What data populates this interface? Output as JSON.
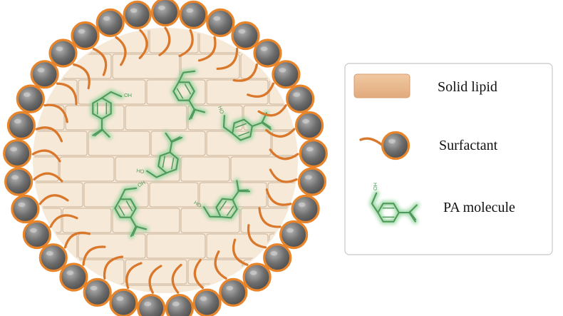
{
  "legend": {
    "items": [
      {
        "key": "solid_lipid",
        "label": "Solid lipid"
      },
      {
        "key": "surfactant",
        "label": "Surfactant"
      },
      {
        "key": "pa_molecule",
        "label": "PA molecule"
      }
    ]
  },
  "molecule_label": "HO",
  "colors": {
    "lipid_fill": "#f7e9d8",
    "lipid_stroke": "#c9b29a",
    "legend_lipid": "#e8b98c",
    "surfactant_head": "#7a7a7a",
    "surfactant_ring": "#e8852a",
    "surfactant_tail": "#d9772a",
    "molecule": "#4f9a5a",
    "molecule_glow": "#8fd39a",
    "legend_border": "#c8c8c8"
  },
  "counts": {
    "surfactant_heads": 33,
    "pa_molecules": 6
  }
}
